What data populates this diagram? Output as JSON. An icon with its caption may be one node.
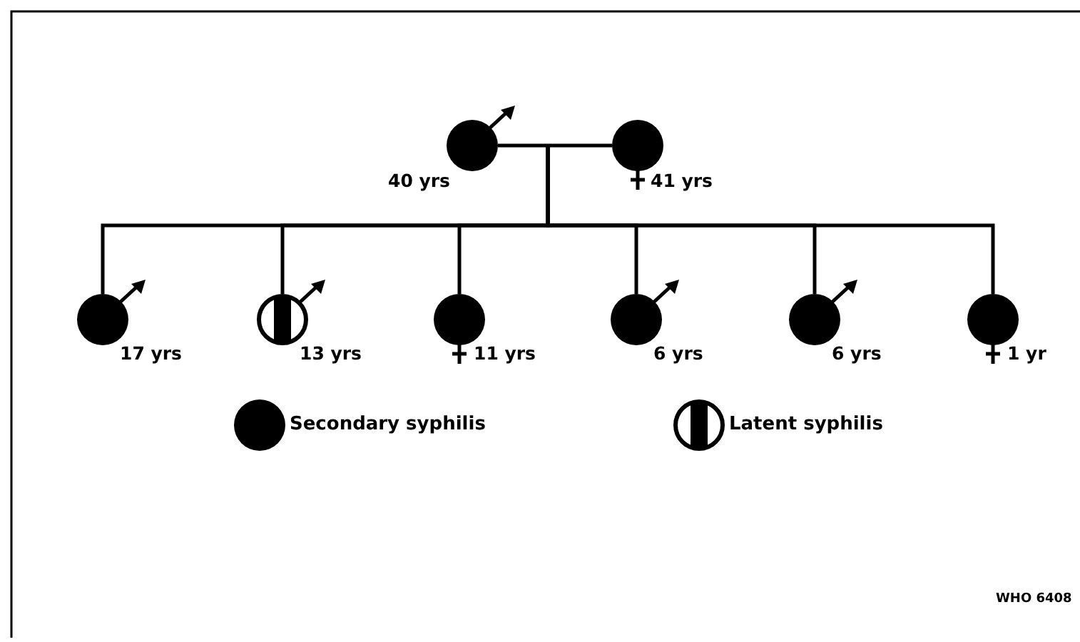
{
  "diagram": {
    "nodes": [
      {
        "text": [],
        "shape": "circle",
        "beside": [
          "40 yrs"
        ]
      },
      {
        "text": [],
        "shape": "circle",
        "beside": [
          "41 yrs"
        ]
      },
      {
        "text": [],
        "shape": "circle",
        "beside": [
          "17 yrs"
        ]
      },
      {
        "text": [],
        "shape": "circle",
        "beside": [
          "13 yrs"
        ]
      },
      {
        "text": [],
        "shape": "circle",
        "beside": [
          "11 yrs"
        ]
      },
      {
        "text": [],
        "shape": "circle",
        "beside": [
          "6 yrs"
        ]
      },
      {
        "text": [],
        "shape": "circle",
        "beside": [
          "6 yrs"
        ]
      },
      {
        "text": [],
        "shape": "circle",
        "beside": [
          "1 yr"
        ]
      }
    ],
    "edges": [
      {
        "from": 0,
        "to": 1,
        "arrow": "none"
      },
      {
        "from": null,
        "to": 2,
        "arrow": "none"
      },
      {
        "from": null,
        "to": 3,
        "arrow": "none"
      },
      {
        "from": null,
        "to": 4,
        "arrow": "none"
      },
      {
        "from": null,
        "to": 5,
        "arrow": "none"
      },
      {
        "from": null,
        "to": 6,
        "arrow": "none"
      },
      {
        "from": null,
        "to": 7,
        "arrow": "none"
      }
    ],
    "labels": [
      "WHO 6408"
    ],
    "legend": [
      {
        "text": "Secondary syphilis"
      },
      {
        "text": "Latent syphilis"
      }
    ]
  }
}
